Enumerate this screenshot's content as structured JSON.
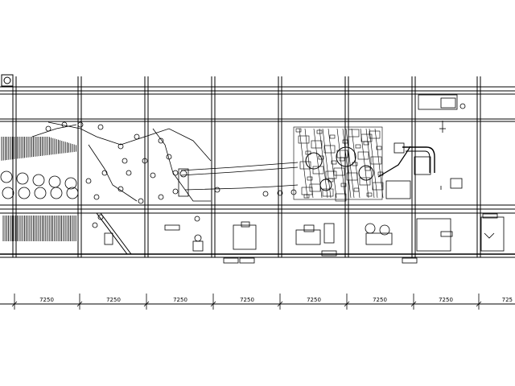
{
  "drawing": {
    "bay_dimensions": [
      "7250",
      "7250",
      "7250",
      "7250",
      "7250",
      "7250",
      "7250",
      "725"
    ]
  }
}
